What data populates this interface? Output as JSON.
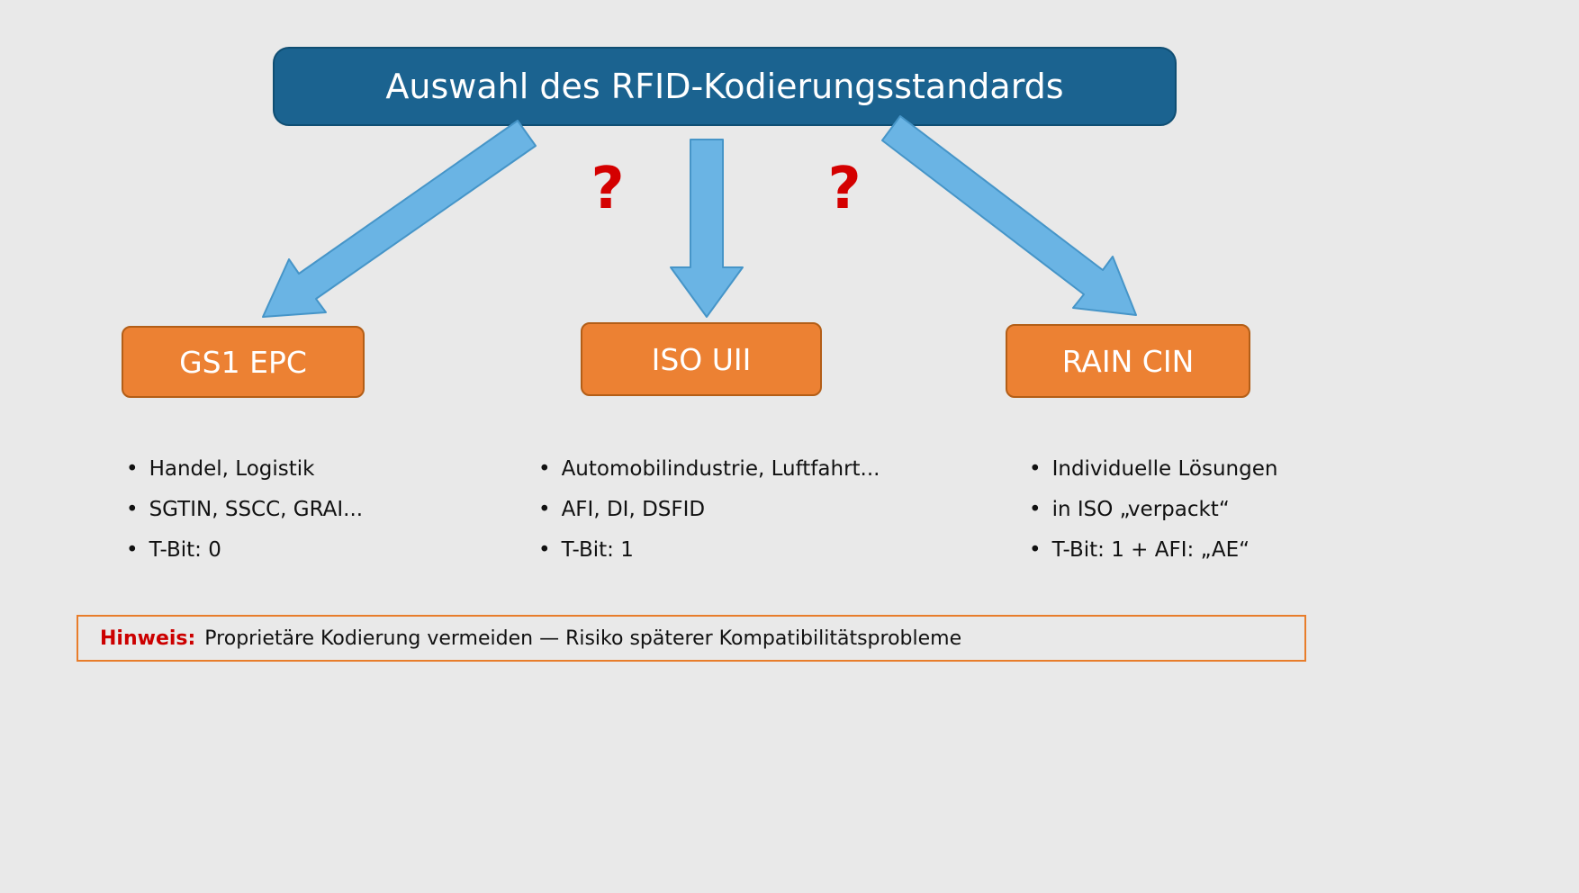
{
  "colors": {
    "background": "#e9e9e9",
    "header_bg": "#1b6390",
    "header_border": "#0f4e73",
    "node_bg": "#ec8133",
    "node_border": "#b35e17",
    "arrow_fill": "#6ab4e4",
    "arrow_stroke": "#4695c8",
    "question_color": "#d40000",
    "note_border": "#e87d2b",
    "note_label_color": "#cc0000",
    "text_color": "#111111"
  },
  "header": {
    "title": "Auswahl des RFID-Kodierungsstandards"
  },
  "question_marks": {
    "left": "?",
    "right": "?"
  },
  "nodes": [
    {
      "label": "GS1 EPC",
      "bullets": [
        "Handel, Logistik",
        "SGTIN, SSCC, GRAI...",
        "T-Bit: 0"
      ]
    },
    {
      "label": "ISO UII",
      "bullets": [
        "Automobilindustrie, Luftfahrt...",
        "AFI, DI, DSFID",
        "T-Bit: 1"
      ]
    },
    {
      "label": "RAIN CIN",
      "bullets": [
        "Individuelle Lösungen",
        "in ISO „verpackt“",
        "T-Bit: 1 + AFI: „AE“"
      ]
    }
  ],
  "note": {
    "label": "Hinweis:",
    "text": "Proprietäre Kodierung vermeiden — Risiko späterer Kompatibilitätsprobleme"
  }
}
